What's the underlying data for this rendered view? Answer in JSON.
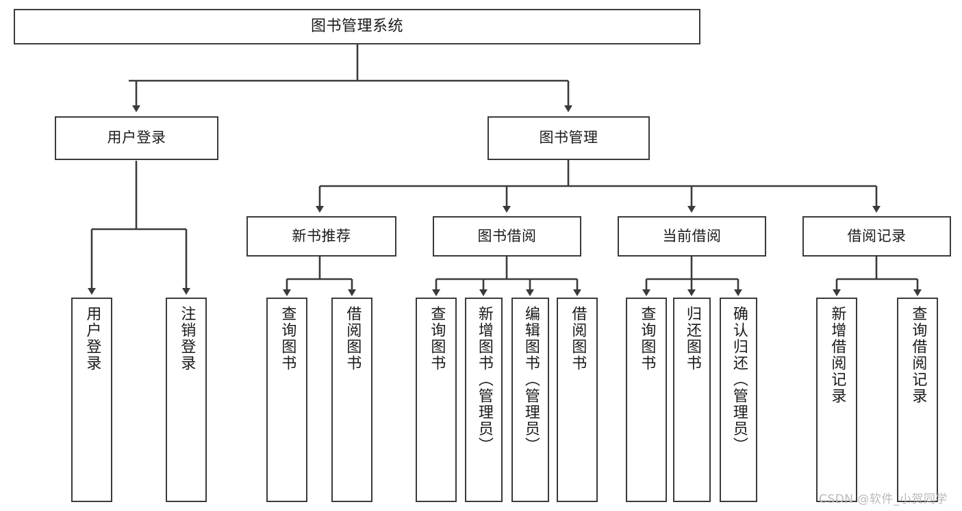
{
  "diagram": {
    "type": "tree-hierarchy",
    "title": "图书管理系统",
    "watermark": "CSDN @软件_小贺同学",
    "colors": {
      "stroke": "#3a3a3a",
      "fill": "#ffffff",
      "text": "#1a1a1a",
      "watermark": "#b9b9b9"
    },
    "nodes": {
      "root": {
        "label": "图书管理系统"
      },
      "level1": [
        {
          "id": "user-login",
          "label": "用户登录"
        },
        {
          "id": "book-manage",
          "label": "图书管理"
        }
      ],
      "level2": [
        {
          "id": "new-book-recommend",
          "label": "新书推荐"
        },
        {
          "id": "book-borrow",
          "label": "图书借阅"
        },
        {
          "id": "current-borrow",
          "label": "当前借阅"
        },
        {
          "id": "borrow-record",
          "label": "借阅记录"
        }
      ],
      "leaves": {
        "user-login": [
          {
            "id": "leaf-user-login",
            "label": "用户登录"
          },
          {
            "id": "leaf-logout-login",
            "label": "注销登录"
          }
        ],
        "new-book-recommend": [
          {
            "id": "leaf-query-book-1",
            "label": "查询图书"
          },
          {
            "id": "leaf-borrow-book-1",
            "label": "借阅图书"
          }
        ],
        "book-borrow": [
          {
            "id": "leaf-query-book-2",
            "label": "查询图书"
          },
          {
            "id": "leaf-add-book-admin",
            "label": "新增图书（管理员）"
          },
          {
            "id": "leaf-edit-book-admin",
            "label": "编辑图书（管理员）"
          },
          {
            "id": "leaf-borrow-book-2",
            "label": "借阅图书"
          }
        ],
        "current-borrow": [
          {
            "id": "leaf-query-book-3",
            "label": "查询图书"
          },
          {
            "id": "leaf-return-book",
            "label": "归还图书"
          },
          {
            "id": "leaf-confirm-return-admin",
            "label": "确认归还（管理员）"
          }
        ],
        "borrow-record": [
          {
            "id": "leaf-add-borrow-record",
            "label": "新增借阅记录"
          },
          {
            "id": "leaf-query-borrow-record",
            "label": "查询借阅记录"
          }
        ]
      }
    }
  }
}
